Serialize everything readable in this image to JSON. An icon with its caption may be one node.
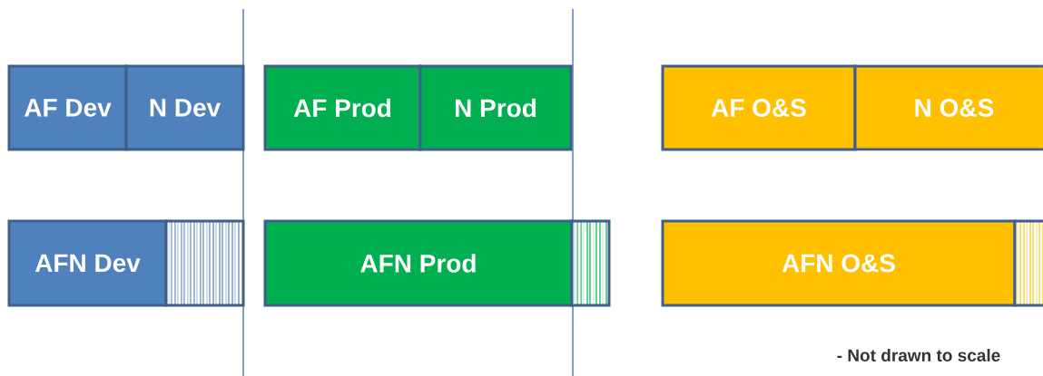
{
  "diagram": {
    "nodes": [
      {
        "text": [
          "AF Dev"
        ]
      },
      {
        "text": [
          "N Dev"
        ]
      },
      {
        "text": [
          "AF Prod"
        ]
      },
      {
        "text": [
          "N Prod"
        ]
      },
      {
        "text": [
          "AF O&S"
        ]
      },
      {
        "text": [
          "N O&S"
        ]
      },
      {
        "text": [
          "AFN Dev"
        ]
      },
      {
        "text": [],
        "shape": "box"
      },
      {
        "text": [
          "AFN Prod"
        ]
      },
      {
        "text": [],
        "shape": "box"
      },
      {
        "text": [
          "AFN O&S"
        ]
      },
      {
        "text": [],
        "shape": "box"
      }
    ],
    "labels": [
      "- Not drawn to scale"
    ]
  }
}
